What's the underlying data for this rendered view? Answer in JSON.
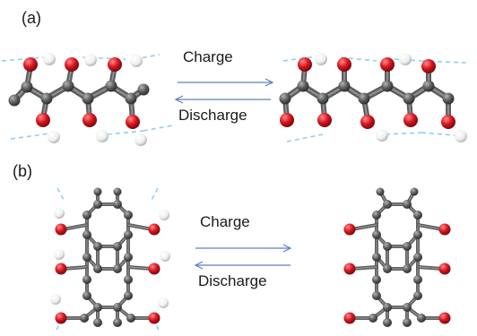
{
  "panels": [
    {
      "label": "(a)",
      "forward": "Charge",
      "backward": "Discharge"
    },
    {
      "label": "(b)",
      "forward": "Charge",
      "backward": "Discharge"
    }
  ],
  "colors": {
    "carbon": "#5e5e5e",
    "oxygen": "#d8141e",
    "hydrogen": "#f4f4f4",
    "hbond": "#8fd0ee",
    "arrow": "#5b7fc4"
  }
}
